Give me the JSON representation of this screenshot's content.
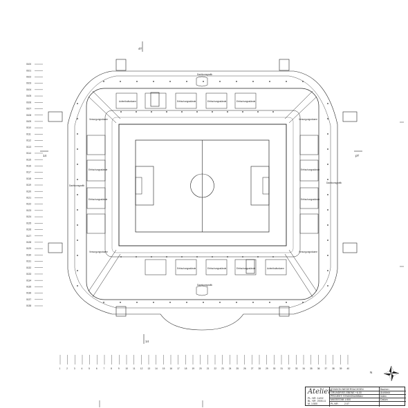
{
  "plan": {
    "section_marks": {
      "top": "4T",
      "bottom": "14",
      "left": "14",
      "right": "pT"
    },
    "row_axis_labels": [
      "0100",
      "0101",
      "0102",
      "0103",
      "0104",
      "0105",
      "0106",
      "0107",
      "0108",
      "0109",
      "0110",
      "0111",
      "0112",
      "0113",
      "0114",
      "0115",
      "0116",
      "0117",
      "0118",
      "0119",
      "0120",
      "0121",
      "0122",
      "0123",
      "0124",
      "0125",
      "0126",
      "0127",
      "0128",
      "0129",
      "0130",
      "0131",
      "0132",
      "0133",
      "0134",
      "0135",
      "0136",
      "0137",
      "0138"
    ],
    "column_axis_labels": [
      "1",
      "2",
      "3",
      "4",
      "5",
      "6",
      "7",
      "8",
      "9",
      "10",
      "11",
      "12",
      "13",
      "14",
      "15",
      "16",
      "17",
      "18",
      "19",
      "20",
      "21",
      "22",
      "23",
      "24",
      "25",
      "26",
      "27",
      "28",
      "29",
      "30",
      "31",
      "32",
      "33",
      "34",
      "35",
      "36",
      "37",
      "38",
      "39",
      "40"
    ],
    "room_labels": {
      "north_concourse": "Dachkonsgrafik",
      "south_concourse": "Dachkonsgrafik",
      "east_concourse": "Dachkonsgrafik",
      "west_concourse": "Dachkonsgrafik",
      "north_rooms": [
        "Aufenthaltsräume",
        "Erfrischungsstände",
        "Erfrischungsstände",
        "Erfrischungsstände"
      ],
      "south_rooms": [
        "Erfrischungsstände",
        "Erfrischungsstände",
        "Erfrischungsstände",
        "Aufenthaltsräume"
      ],
      "west_rooms": [
        "Versorgungsräume",
        "Erfrischungsstände",
        "Erfrischungsstände",
        "Versorgungsräume"
      ],
      "east_rooms": [
        "Versorgungsräume",
        "Erfrischungsstände",
        "Erfrischungsstände",
        "Versorgungsräume"
      ]
    },
    "north_arrow_letter": "N"
  },
  "title_block": {
    "logo": "Atelier",
    "rows": [
      "STADION NIEDERSACHSEN",
      "GRUNDRISS EBENE +6.00",
      "PROJEKT: STADIONUMBAU",
      "MASSSTAB 1:500"
    ],
    "left_notes": [
      "PL. NR. 14/02",
      "BL. NR. 2005-11",
      "M. 1:500"
    ],
    "sheet_label": "PL.NR.",
    "sheet_number": "2.07",
    "right_cells": [
      "Bauherr",
      "Architekt",
      "Index",
      "Datum"
    ]
  }
}
